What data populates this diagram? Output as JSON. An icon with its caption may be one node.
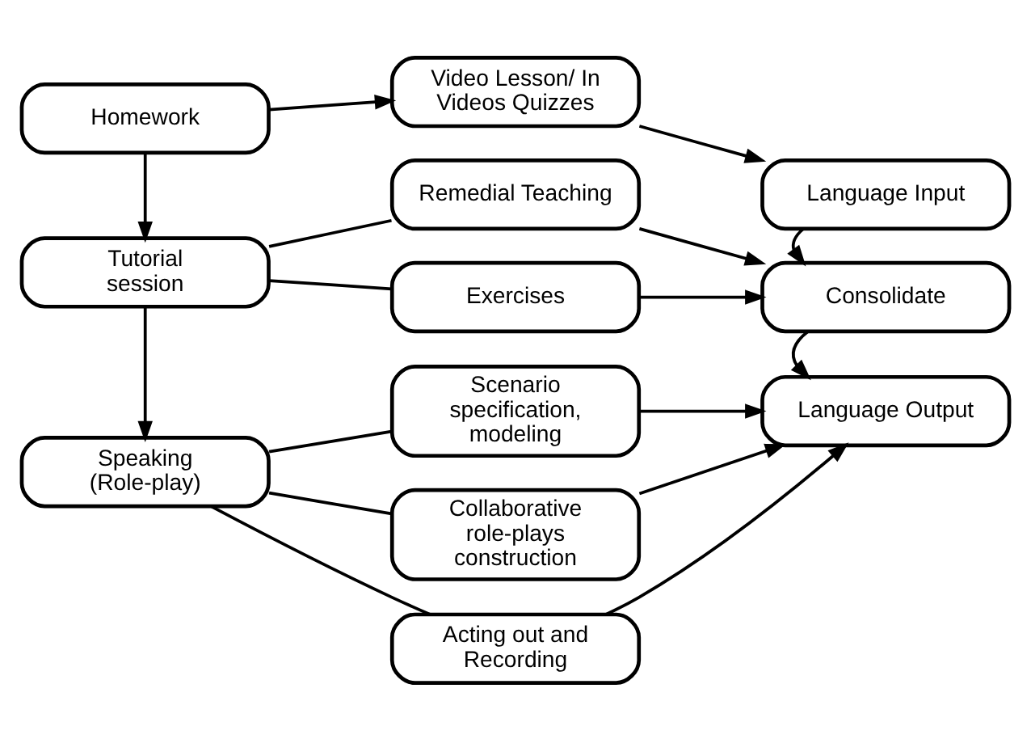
{
  "diagram": {
    "nodes": [
      {
        "text": [
          "Homework"
        ]
      },
      {
        "text": [
          "Video Lesson/ In Videos Quizzes"
        ]
      },
      {
        "text": [
          "Language Input"
        ]
      },
      {
        "text": [
          "Tutorial session"
        ]
      },
      {
        "text": [
          "Remedial Teaching"
        ]
      },
      {
        "text": [
          "Exercises"
        ]
      },
      {
        "text": [
          "Consolidate"
        ]
      },
      {
        "text": [
          "Speaking (Role-play)"
        ]
      },
      {
        "text": [
          "Scenario specification, modeling"
        ]
      },
      {
        "text": [
          "Collaborative role-plays construction"
        ]
      },
      {
        "text": [
          "Acting out and Recording"
        ]
      },
      {
        "text": [
          "Language Output"
        ]
      }
    ],
    "edges": [
      {
        "from": 0,
        "to": 1,
        "arrow": "to"
      },
      {
        "from": 1,
        "to": 2,
        "arrow": "to"
      },
      {
        "from": 0,
        "to": 3,
        "arrow": "to"
      },
      {
        "from": 2,
        "to": 6,
        "arrow": "to"
      },
      {
        "from": 3,
        "to": 4,
        "arrow": "none"
      },
      {
        "from": 3,
        "to": 5,
        "arrow": "none"
      },
      {
        "from": 4,
        "to": 6,
        "arrow": "to"
      },
      {
        "from": 5,
        "to": 6,
        "arrow": "to"
      },
      {
        "from": 3,
        "to": 7,
        "arrow": "to"
      },
      {
        "from": 6,
        "to": 11,
        "arrow": "to"
      },
      {
        "from": 7,
        "to": 8,
        "arrow": "none"
      },
      {
        "from": 7,
        "to": 9,
        "arrow": "none"
      },
      {
        "from": 7,
        "to": 10,
        "arrow": "none"
      },
      {
        "from": 8,
        "to": 11,
        "arrow": "to"
      },
      {
        "from": 9,
        "to": 11,
        "arrow": "to"
      },
      {
        "from": 10,
        "to": 11,
        "arrow": "to"
      }
    ]
  }
}
